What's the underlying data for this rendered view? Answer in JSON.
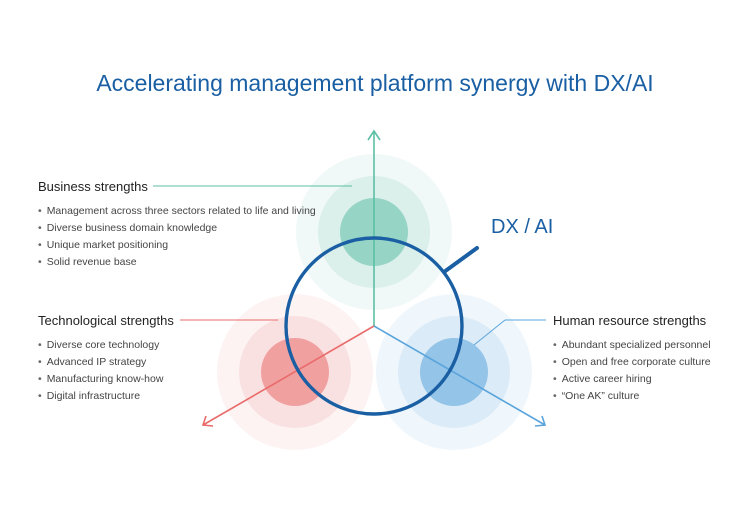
{
  "title": "Accelerating management platform synergy with DX/AI",
  "center_label": "DX / AI",
  "groups": {
    "business": {
      "heading": "Business strengths",
      "items": [
        "Management across three sectors related to life and living",
        "Diverse business domain knowledge",
        "Unique market positioning",
        "Solid revenue base"
      ]
    },
    "technological": {
      "heading": "Technological strengths",
      "items": [
        "Diverse core technology",
        "Advanced IP strategy",
        "Manufacturing know-how",
        "Digital infrastructure"
      ]
    },
    "human": {
      "heading": "Human resource strengths",
      "items": [
        "Abundant specialized personnel",
        "Open and free corporate culture",
        "Active career hiring",
        "“One AK” culture"
      ]
    }
  },
  "colors": {
    "title": "#1a5fa3",
    "green": "#5cbfa6",
    "red": "#e96b6b",
    "blue": "#5aa4dc",
    "ring": "#1a5fa3"
  }
}
